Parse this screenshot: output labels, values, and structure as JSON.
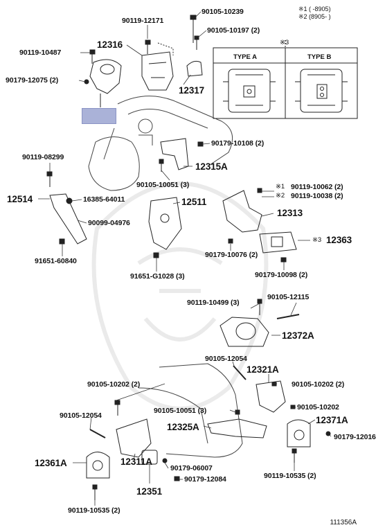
{
  "legend": {
    "note1": "※1 (      -8905)",
    "note2": "※2 (8905-      )"
  },
  "type_box": {
    "marker": "※3",
    "type_a": "TYPE A",
    "type_b": "TYPE B"
  },
  "labels": {
    "p90105_10239": "90105-10239",
    "p90119_12171": "90119-12171",
    "p90105_10197": "90105-10197 (2)",
    "p12316": "12316",
    "p90119_10487": "90119-10487",
    "p90179_12075": "90179-12075 (2)",
    "p12317": "12317",
    "p90179_10108": "90179-10108 (2)",
    "p90119_08299": "90119-08299",
    "p12315A": "12315A",
    "p90105_10051_3a": "90105-10051 (3)",
    "n1": "※1",
    "n2": "※2",
    "p90119_10062": "90119-10062 (2)",
    "p90119_10038": "90119-10038 (2)",
    "p12514": "12514",
    "p16385_64011": "16385-64011",
    "p12511": "12511",
    "p12313": "12313",
    "p90099_04976": "90099-04976",
    "n3": "※3",
    "p12363": "12363",
    "p90179_10076": "90179-10076 (2)",
    "p91651_60840": "91651-60840",
    "p90179_10098": "90179-10098 (2)",
    "p91651_G1028": "91651-G1028 (3)",
    "p90119_10499": "90119-10499 (3)",
    "p90105_12115": "90105-12115",
    "p12372A": "12372A",
    "p90105_12054a": "90105-12054",
    "p12321A": "12321A",
    "p90105_10202_2a": "90105-10202 (2)",
    "p90105_10202_2b": "90105-10202 (2)",
    "p90105_10202": "90105-10202",
    "p90105_10051_3b": "90105-10051 (3)",
    "p90105_12054b": "90105-12054",
    "p12371A": "12371A",
    "p12325A": "12325A",
    "p90179_12016": "90179-12016",
    "p12361A": "12361A",
    "p90179_06007": "90179-06007",
    "p12311A": "12311A",
    "p90179_12084": "90179-12084",
    "p90119_10535_a": "90119-10535 (2)",
    "p12351": "12351",
    "p90119_10535_b": "90119-10535 (2)"
  },
  "diagram_code": "111356A"
}
